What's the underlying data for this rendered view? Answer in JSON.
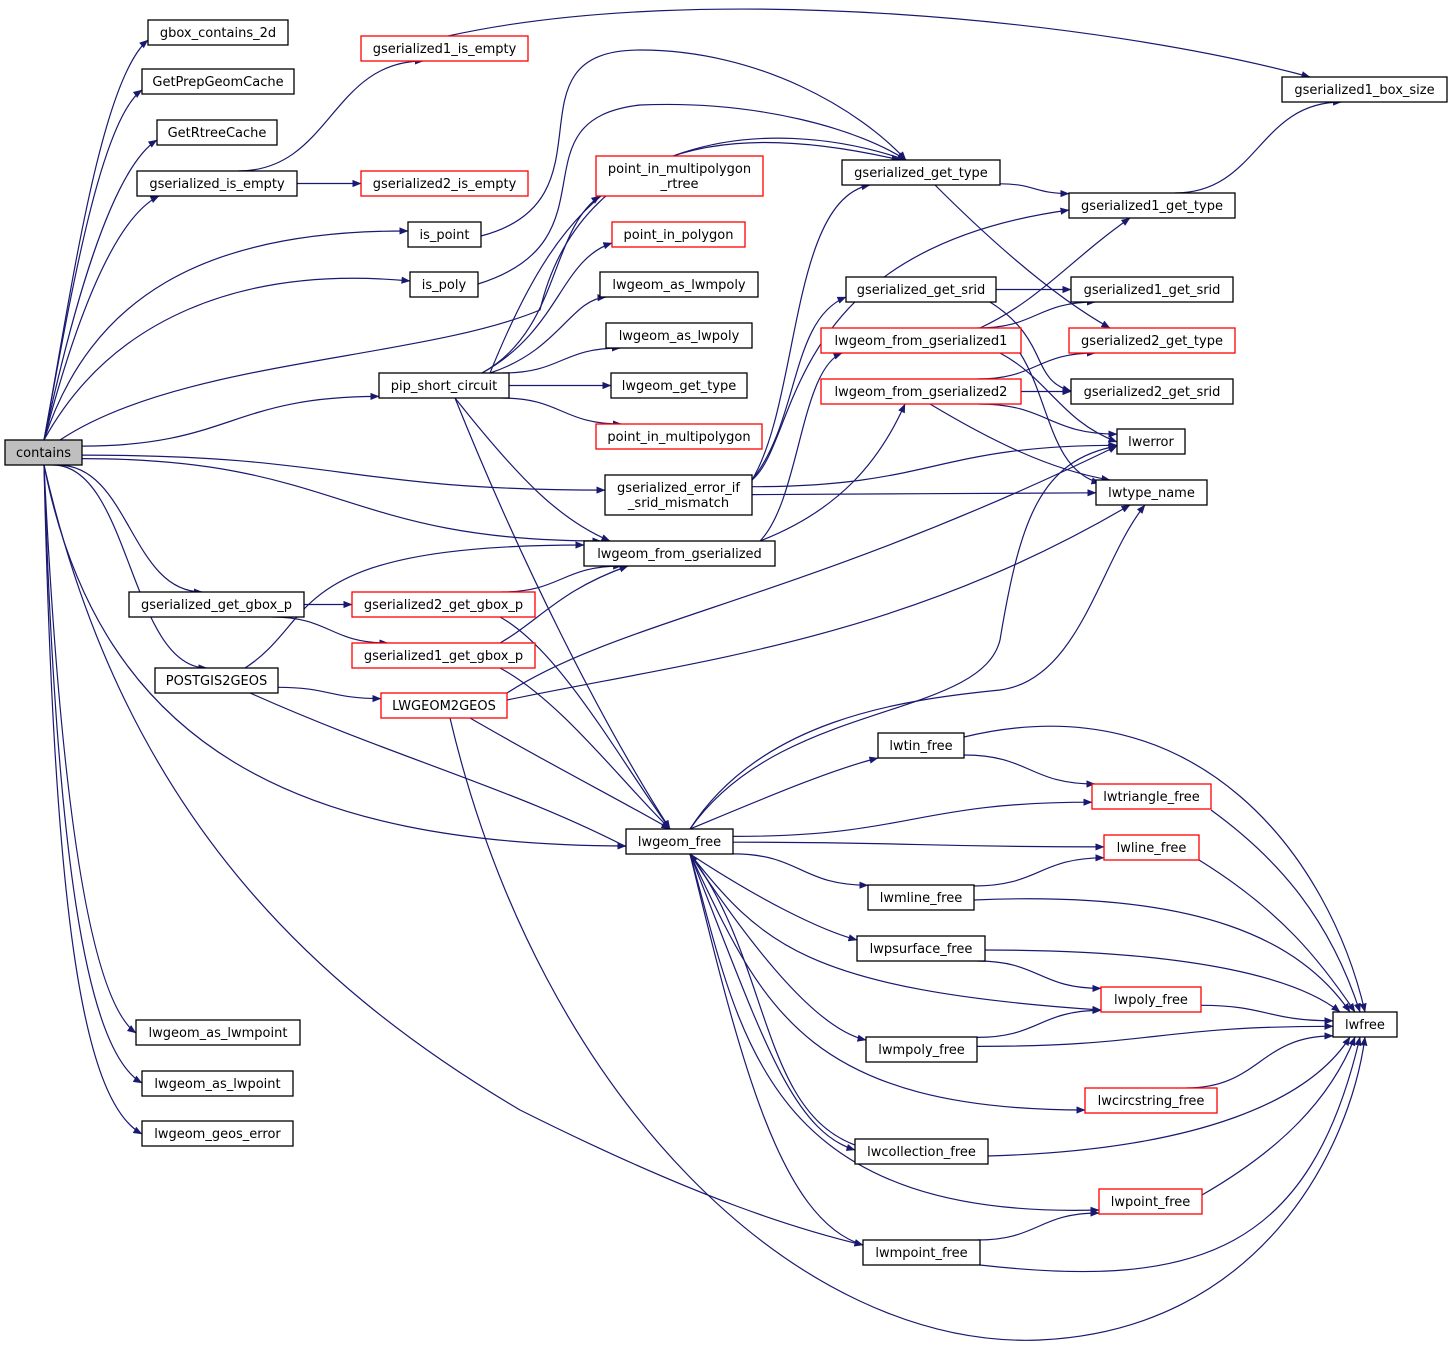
{
  "colors": {
    "edge": "#191970",
    "node_border": "#000000",
    "node_border_undocumented": "#ff0000",
    "root_fill": "#bfbfbf",
    "node_fill": "#ffffff"
  },
  "nodes": [
    {
      "id": "contains",
      "label": "contains",
      "style": "root"
    },
    {
      "id": "gbox_contains_2d",
      "label": "gbox_contains_2d",
      "style": "normal"
    },
    {
      "id": "GetPrepGeomCache",
      "label": "GetPrepGeomCache",
      "style": "normal"
    },
    {
      "id": "GetRtreeCache",
      "label": "GetRtreeCache",
      "style": "normal"
    },
    {
      "id": "gserialized_is_empty",
      "label": "gserialized_is_empty",
      "style": "normal"
    },
    {
      "id": "gserialized1_is_empty",
      "label": "gserialized1_is_empty",
      "style": "red"
    },
    {
      "id": "gserialized2_is_empty",
      "label": "gserialized2_is_empty",
      "style": "red"
    },
    {
      "id": "is_point",
      "label": "is_point",
      "style": "normal"
    },
    {
      "id": "is_poly",
      "label": "is_poly",
      "style": "normal"
    },
    {
      "id": "pip_short_circuit",
      "label": "pip_short_circuit",
      "style": "normal"
    },
    {
      "id": "point_in_multipolygon_rtree",
      "label": "point_in_multipolygon\n_rtree",
      "style": "red"
    },
    {
      "id": "point_in_polygon",
      "label": "point_in_polygon",
      "style": "red"
    },
    {
      "id": "lwgeom_as_lwmpoly",
      "label": "lwgeom_as_lwmpoly",
      "style": "normal"
    },
    {
      "id": "lwgeom_as_lwpoly",
      "label": "lwgeom_as_lwpoly",
      "style": "normal"
    },
    {
      "id": "lwgeom_get_type",
      "label": "lwgeom_get_type",
      "style": "normal"
    },
    {
      "id": "point_in_multipolygon",
      "label": "point_in_multipolygon",
      "style": "red"
    },
    {
      "id": "gserialized_error_if_srid_mismatch",
      "label": "gserialized_error_if\n_srid_mismatch",
      "style": "normal"
    },
    {
      "id": "lwgeom_from_gserialized",
      "label": "lwgeom_from_gserialized",
      "style": "normal"
    },
    {
      "id": "gserialized_get_gbox_p",
      "label": "gserialized_get_gbox_p",
      "style": "normal"
    },
    {
      "id": "gserialized2_get_gbox_p",
      "label": "gserialized2_get_gbox_p",
      "style": "red"
    },
    {
      "id": "gserialized1_get_gbox_p",
      "label": "gserialized1_get_gbox_p",
      "style": "red"
    },
    {
      "id": "POSTGIS2GEOS",
      "label": "POSTGIS2GEOS",
      "style": "normal"
    },
    {
      "id": "LWGEOM2GEOS",
      "label": "LWGEOM2GEOS",
      "style": "red"
    },
    {
      "id": "lwgeom_free",
      "label": "lwgeom_free",
      "style": "normal"
    },
    {
      "id": "lwgeom_as_lwmpoint",
      "label": "lwgeom_as_lwmpoint",
      "style": "normal"
    },
    {
      "id": "lwgeom_as_lwpoint",
      "label": "lwgeom_as_lwpoint",
      "style": "normal"
    },
    {
      "id": "lwgeom_geos_error",
      "label": "lwgeom_geos_error",
      "style": "normal"
    },
    {
      "id": "gserialized_get_type",
      "label": "gserialized_get_type",
      "style": "normal"
    },
    {
      "id": "gserialized_get_srid",
      "label": "gserialized_get_srid",
      "style": "normal"
    },
    {
      "id": "lwgeom_from_gserialized1",
      "label": "lwgeom_from_gserialized1",
      "style": "red"
    },
    {
      "id": "lwgeom_from_gserialized2",
      "label": "lwgeom_from_gserialized2",
      "style": "red"
    },
    {
      "id": "gserialized1_box_size",
      "label": "gserialized1_box_size",
      "style": "normal"
    },
    {
      "id": "gserialized1_get_type",
      "label": "gserialized1_get_type",
      "style": "normal"
    },
    {
      "id": "gserialized1_get_srid",
      "label": "gserialized1_get_srid",
      "style": "normal"
    },
    {
      "id": "gserialized2_get_type",
      "label": "gserialized2_get_type",
      "style": "red"
    },
    {
      "id": "gserialized2_get_srid",
      "label": "gserialized2_get_srid",
      "style": "normal"
    },
    {
      "id": "lwerror",
      "label": "lwerror",
      "style": "normal"
    },
    {
      "id": "lwtype_name",
      "label": "lwtype_name",
      "style": "normal"
    },
    {
      "id": "lwtin_free",
      "label": "lwtin_free",
      "style": "normal"
    },
    {
      "id": "lwtriangle_free",
      "label": "lwtriangle_free",
      "style": "red"
    },
    {
      "id": "lwline_free",
      "label": "lwline_free",
      "style": "red"
    },
    {
      "id": "lwmline_free",
      "label": "lwmline_free",
      "style": "normal"
    },
    {
      "id": "lwpsurface_free",
      "label": "lwpsurface_free",
      "style": "normal"
    },
    {
      "id": "lwpoly_free",
      "label": "lwpoly_free",
      "style": "red"
    },
    {
      "id": "lwmpoly_free",
      "label": "lwmpoly_free",
      "style": "normal"
    },
    {
      "id": "lwcircstring_free",
      "label": "lwcircstring_free",
      "style": "red"
    },
    {
      "id": "lwcollection_free",
      "label": "lwcollection_free",
      "style": "normal"
    },
    {
      "id": "lwpoint_free",
      "label": "lwpoint_free",
      "style": "red"
    },
    {
      "id": "lwmpoint_free",
      "label": "lwmpoint_free",
      "style": "normal"
    },
    {
      "id": "lwfree",
      "label": "lwfree",
      "style": "normal"
    }
  ],
  "edges": [
    [
      "contains",
      "gbox_contains_2d"
    ],
    [
      "contains",
      "GetPrepGeomCache"
    ],
    [
      "contains",
      "GetRtreeCache"
    ],
    [
      "contains",
      "gserialized_is_empty"
    ],
    [
      "contains",
      "is_point"
    ],
    [
      "contains",
      "is_poly"
    ],
    [
      "contains",
      "pip_short_circuit"
    ],
    [
      "contains",
      "gserialized_get_type"
    ],
    [
      "contains",
      "gserialized_error_if_srid_mismatch"
    ],
    [
      "contains",
      "lwgeom_from_gserialized"
    ],
    [
      "contains",
      "gserialized_get_gbox_p"
    ],
    [
      "contains",
      "POSTGIS2GEOS"
    ],
    [
      "contains",
      "lwgeom_free"
    ],
    [
      "contains",
      "lwmpoint_free"
    ],
    [
      "contains",
      "lwgeom_as_lwmpoint"
    ],
    [
      "contains",
      "lwgeom_as_lwpoint"
    ],
    [
      "contains",
      "lwgeom_geos_error"
    ],
    [
      "gserialized_is_empty",
      "gserialized1_is_empty"
    ],
    [
      "gserialized_is_empty",
      "gserialized2_is_empty"
    ],
    [
      "gserialized1_is_empty",
      "gserialized1_box_size"
    ],
    [
      "is_point",
      "gserialized_get_type"
    ],
    [
      "is_poly",
      "gserialized_get_type"
    ],
    [
      "pip_short_circuit",
      "point_in_multipolygon_rtree"
    ],
    [
      "pip_short_circuit",
      "point_in_polygon"
    ],
    [
      "pip_short_circuit",
      "lwgeom_as_lwmpoly"
    ],
    [
      "pip_short_circuit",
      "lwgeom_as_lwpoly"
    ],
    [
      "pip_short_circuit",
      "lwgeom_get_type"
    ],
    [
      "pip_short_circuit",
      "point_in_multipolygon"
    ],
    [
      "pip_short_circuit",
      "lwgeom_from_gserialized"
    ],
    [
      "pip_short_circuit",
      "lwgeom_free"
    ],
    [
      "pip_short_circuit",
      "gserialized_get_type"
    ],
    [
      "gserialized_error_if_srid_mismatch",
      "gserialized_get_srid"
    ],
    [
      "gserialized_error_if_srid_mismatch",
      "lwerror"
    ],
    [
      "gserialized_error_if_srid_mismatch",
      "lwtype_name"
    ],
    [
      "gserialized_error_if_srid_mismatch",
      "gserialized1_get_type"
    ],
    [
      "gserialized_error_if_srid_mismatch",
      "gserialized_get_type"
    ],
    [
      "lwgeom_from_gserialized",
      "lwgeom_from_gserialized1"
    ],
    [
      "lwgeom_from_gserialized",
      "lwgeom_from_gserialized2"
    ],
    [
      "gserialized_get_gbox_p",
      "gserialized2_get_gbox_p"
    ],
    [
      "gserialized_get_gbox_p",
      "gserialized1_get_gbox_p"
    ],
    [
      "gserialized2_get_gbox_p",
      "lwgeom_from_gserialized"
    ],
    [
      "gserialized2_get_gbox_p",
      "lwgeom_free"
    ],
    [
      "gserialized1_get_gbox_p",
      "lwgeom_from_gserialized"
    ],
    [
      "gserialized1_get_gbox_p",
      "lwgeom_free"
    ],
    [
      "POSTGIS2GEOS",
      "LWGEOM2GEOS"
    ],
    [
      "POSTGIS2GEOS",
      "lwgeom_from_gserialized"
    ],
    [
      "POSTGIS2GEOS",
      "lwgeom_free"
    ],
    [
      "LWGEOM2GEOS",
      "lwerror"
    ],
    [
      "LWGEOM2GEOS",
      "lwtype_name"
    ],
    [
      "LWGEOM2GEOS",
      "lwgeom_free"
    ],
    [
      "LWGEOM2GEOS",
      "lwfree"
    ],
    [
      "gserialized_get_type",
      "gserialized1_get_type"
    ],
    [
      "gserialized_get_type",
      "gserialized2_get_type"
    ],
    [
      "gserialized_get_srid",
      "gserialized1_get_srid"
    ],
    [
      "gserialized_get_srid",
      "gserialized2_get_srid"
    ],
    [
      "gserialized1_get_type",
      "gserialized1_box_size"
    ],
    [
      "lwgeom_from_gserialized1",
      "gserialized1_get_type"
    ],
    [
      "lwgeom_from_gserialized1",
      "gserialized1_get_srid"
    ],
    [
      "lwgeom_from_gserialized1",
      "lwerror"
    ],
    [
      "lwgeom_from_gserialized1",
      "lwtype_name"
    ],
    [
      "lwgeom_from_gserialized2",
      "gserialized2_get_type"
    ],
    [
      "lwgeom_from_gserialized2",
      "gserialized2_get_srid"
    ],
    [
      "lwgeom_from_gserialized2",
      "lwerror"
    ],
    [
      "lwgeom_from_gserialized2",
      "lwtype_name"
    ],
    [
      "lwgeom_free",
      "lwerror"
    ],
    [
      "lwgeom_free",
      "lwtype_name"
    ],
    [
      "lwgeom_free",
      "lwtin_free"
    ],
    [
      "lwgeom_free",
      "lwtriangle_free"
    ],
    [
      "lwgeom_free",
      "lwline_free"
    ],
    [
      "lwgeom_free",
      "lwmline_free"
    ],
    [
      "lwgeom_free",
      "lwpsurface_free"
    ],
    [
      "lwgeom_free",
      "lwpoly_free"
    ],
    [
      "lwgeom_free",
      "lwmpoly_free"
    ],
    [
      "lwgeom_free",
      "lwcircstring_free"
    ],
    [
      "lwgeom_free",
      "lwcollection_free"
    ],
    [
      "lwgeom_free",
      "lwpoint_free"
    ],
    [
      "lwgeom_free",
      "lwmpoint_free"
    ],
    [
      "lwtin_free",
      "lwtriangle_free"
    ],
    [
      "lwtin_free",
      "lwfree"
    ],
    [
      "lwtriangle_free",
      "lwfree"
    ],
    [
      "lwline_free",
      "lwfree"
    ],
    [
      "lwmline_free",
      "lwline_free"
    ],
    [
      "lwmline_free",
      "lwfree"
    ],
    [
      "lwpsurface_free",
      "lwpoly_free"
    ],
    [
      "lwpsurface_free",
      "lwfree"
    ],
    [
      "lwpoly_free",
      "lwfree"
    ],
    [
      "lwmpoly_free",
      "lwpoly_free"
    ],
    [
      "lwmpoly_free",
      "lwfree"
    ],
    [
      "lwcircstring_free",
      "lwfree"
    ],
    [
      "lwcollection_free",
      "lwgeom_free"
    ],
    [
      "lwcollection_free",
      "lwfree"
    ],
    [
      "lwpoint_free",
      "lwfree"
    ],
    [
      "lwmpoint_free",
      "lwpoint_free"
    ],
    [
      "lwmpoint_free",
      "lwfree"
    ]
  ]
}
